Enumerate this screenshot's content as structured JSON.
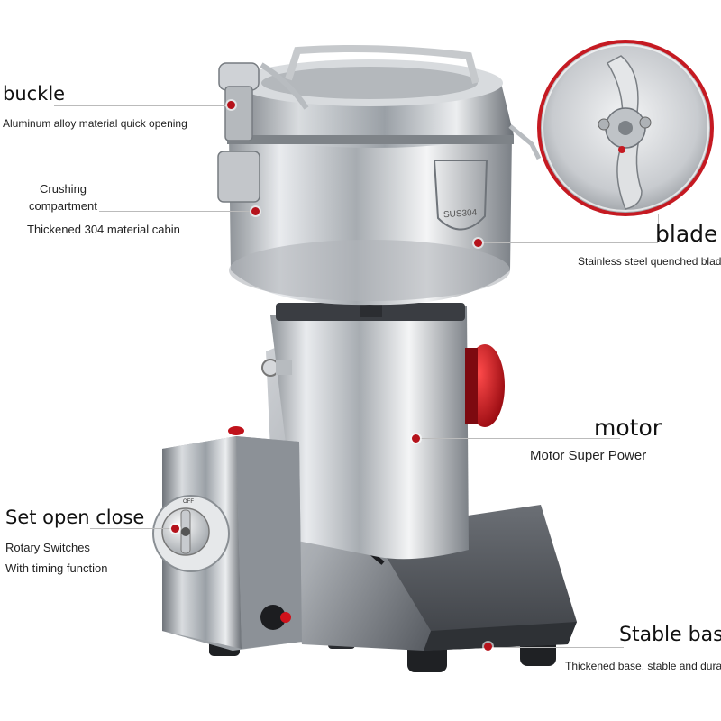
{
  "colors": {
    "accent_red": "#b5121b",
    "steel": "#c9ccd0",
    "dark_base": "#5d6168"
  },
  "callouts": {
    "buckle": {
      "title": "buckle",
      "desc": "Aluminum alloy material quick opening"
    },
    "crushing": {
      "title_line1": "Crushing",
      "title_line2": "compartment",
      "desc": "Thickened 304 material cabin"
    },
    "blade": {
      "title": "blade",
      "desc": "Stainless steel quenched blade"
    },
    "motor": {
      "title": "motor",
      "desc": "Motor Super Power"
    },
    "switch": {
      "title": "Set open close",
      "desc_line1": "Rotary Switches",
      "desc_line2": "With timing function"
    },
    "base": {
      "title": "Stable base",
      "desc": "Thickened base, stable and durable"
    }
  },
  "product": {
    "badge_text": "SUS304",
    "dial_label": "OFF"
  },
  "icons": [
    "grinder-product-image",
    "blade-closeup-image",
    "rotary-dial-icon",
    "power-switch-icon"
  ]
}
